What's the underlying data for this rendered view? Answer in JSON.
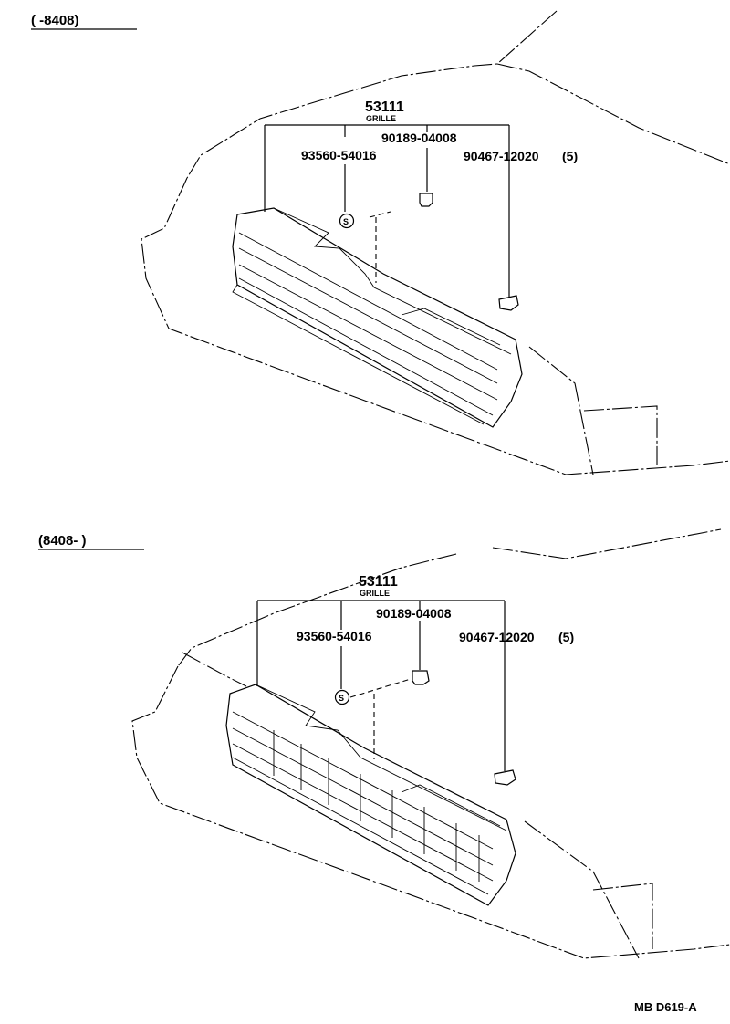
{
  "sections": [
    {
      "range_label": "(        -8408)",
      "grille": {
        "part_no": "53111",
        "name": "GRILLE"
      },
      "clip_part": "90189-04008",
      "screw_part": "93560-54016",
      "nut_part": "90467-12020",
      "nut_qty": "(5)",
      "symbol": "S"
    },
    {
      "range_label": "(8408-        )",
      "grille": {
        "part_no": "53111",
        "name": "GRILLE"
      },
      "clip_part": "90189-04008",
      "screw_part": "93560-54016",
      "nut_part": "90467-12020",
      "nut_qty": "(5)",
      "symbol": "S"
    }
  ],
  "diagram_code": "MB D619-A"
}
